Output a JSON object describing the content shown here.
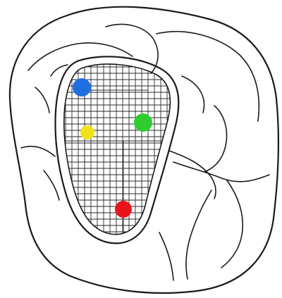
{
  "diagram": {
    "subject": "occlusal-surface-outline",
    "colors": {
      "outline": "#1a1a1a",
      "grid": "#2a2a2a",
      "background": "#ffffff"
    },
    "markers": [
      {
        "id": "blue",
        "color": "#1f6fe0"
      },
      {
        "id": "green",
        "color": "#2ecc2e"
      },
      {
        "id": "yellow",
        "color": "#f2e21b"
      },
      {
        "id": "red",
        "color": "#e8141b"
      }
    ]
  }
}
